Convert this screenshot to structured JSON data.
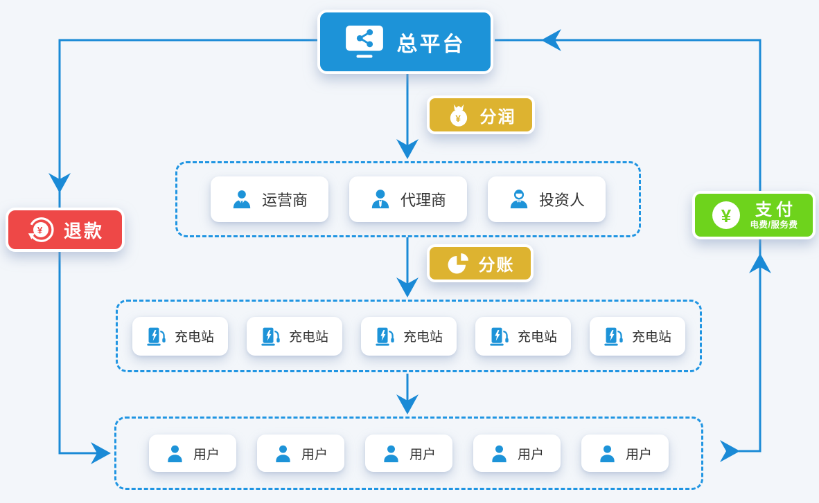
{
  "colors": {
    "background": "#f3f6fa",
    "platform_blue": "#1d93d8",
    "line_blue": "#1a8ad6",
    "dash_blue": "#2095e2",
    "badge_yellow": "#ddb330",
    "refund_red": "#ee4847",
    "payment_green": "#6ed31c",
    "pill_text": "#333333"
  },
  "platform": {
    "label": "总平台",
    "icon": "monitor-share-icon"
  },
  "flows": {
    "profit": {
      "label": "分润",
      "icon": "money-bag-icon"
    },
    "split": {
      "label": "分账",
      "icon": "pie-chart-icon"
    },
    "refund": {
      "label": "退款",
      "icon": "refund-yen-icon"
    },
    "payment": {
      "label": "支付",
      "sublabel": "电费/服务费",
      "icon": "yen-circle-icon"
    }
  },
  "roles": [
    {
      "label": "运营商",
      "icon": "operator-person-icon"
    },
    {
      "label": "代理商",
      "icon": "agent-person-icon"
    },
    {
      "label": "投资人",
      "icon": "investor-person-icon"
    }
  ],
  "stations": {
    "label": "充电站",
    "icon": "charging-pile-icon",
    "count": 5
  },
  "users": {
    "label": "用户",
    "icon": "user-person-icon",
    "count": 5
  }
}
